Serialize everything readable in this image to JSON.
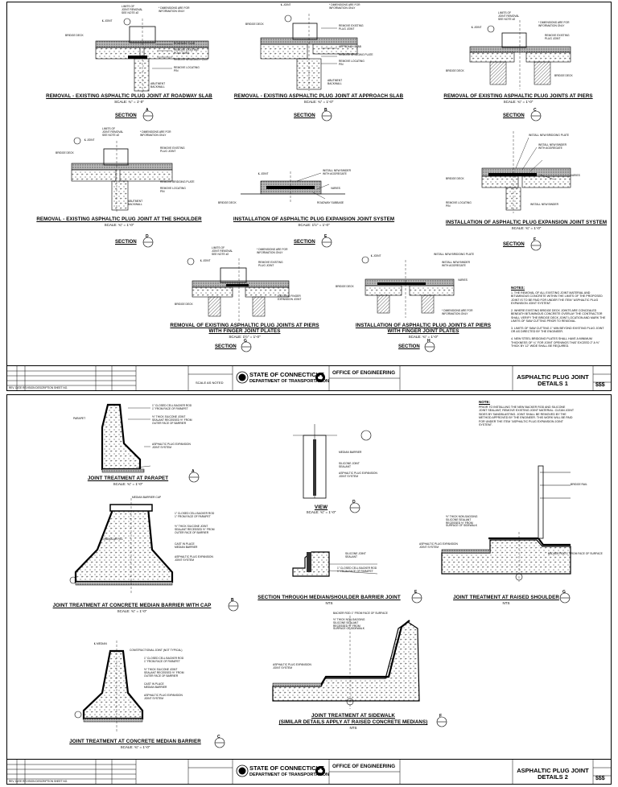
{
  "sheet1": {
    "sections": [
      {
        "id": "A",
        "title": "REMOVAL - EXISTING ASPHALTIC PLUG JOINT AT ROADWAY SLAB",
        "scale": "SCALE: ¾\" = 1'-0\"",
        "section_label": "SECTION",
        "letter": "A"
      },
      {
        "id": "B",
        "title": "REMOVAL - EXISTING ASPHALTIC PLUG JOINT AT APPROACH SLAB",
        "scale": "SCALE: ¾\" = 1'-0\"",
        "section_label": "SECTION",
        "letter": "B"
      },
      {
        "id": "C",
        "title": "REMOVAL OF EXISTING ASPHALTIC PLUG JOINTS AT PIERS",
        "scale": "SCALE: ¾\" = 1'-0\"",
        "section_label": "SECTION",
        "letter": "C"
      },
      {
        "id": "D",
        "title": "REMOVAL - EXISTING ASPHALTIC PLUG JOINT AT THE SHOULDER",
        "scale": "SCALE: ¾\" = 1'-0\"",
        "section_label": "SECTION",
        "letter": "D"
      },
      {
        "id": "E",
        "title": "INSTALLATION OF ASPHALTIC PLUG EXPANSION JOINT SYSTEM",
        "scale": "SCALE: 1½\" = 1'-0\"",
        "section_label": "SECTION",
        "letter": "E"
      },
      {
        "id": "F",
        "title": "INSTALLATION OF ASPHALTIC PLUG EXPANSION JOINT SYSTEM",
        "scale": "SCALE: ¾\" = 1'-0\"",
        "section_label": "SECTION",
        "letter": "F"
      },
      {
        "id": "G",
        "title": "REMOVAL OF EXISTING ASPHALTIC PLUG JOINTS AT PIERS\nWITH FINGER JOINT PLATES",
        "scale": "SCALE: 1½\" = 1'-0\"",
        "section_label": "SECTION",
        "letter": "G"
      },
      {
        "id": "H",
        "title": "INSTALLATION OF ASPHALTIC PLUG JOINTS AT PIERS\nWITH FINGER JOINT PLATES",
        "scale": "SCALE: ¾\" = 1'-0\"",
        "section_label": "SECTION",
        "letter": "H"
      }
    ],
    "labels": {
      "cl_joint": "℄ JOINT",
      "limits": "LIMITS OF\nJOINT REMOVAL\nSEE NOTE #2",
      "dims": "* DIMENSIONS ARE FOR\nINFORMATION ONLY",
      "bridge_deck": "BRIDGE DECK",
      "roadway_slab": "ROADWAY SLAB",
      "remove_plug": "REMOVE EXISTING\nPLUG JOINT",
      "remove_bridging": "REMOVE BRIDGING PLATE",
      "remove_pin": "REMOVE LOCATING\nPIN",
      "abutment": "ABUTMENT\nBACKWALL",
      "approach": "APPROACH SLAB",
      "install_binder": "INSTALL NEW BINDER\nWITH AGGREGATE",
      "varies": "VARIES",
      "roadway_subbase": "ROADWAY SUBBASE",
      "install_plate": "INSTALL NEW BRIDGING PLATE",
      "install_binder2": "INSTALL NEW BINDER\nWITH AGGREGATE",
      "finger": "EXISTING FINGER\nEXPANSION JOINT",
      "binder": "INSTALL NEW BINDER"
    },
    "notes_header": "NOTES:",
    "notes": "1. THE REMOVAL OF ALL EXISTING JOINT MATERIAL AND BITUMINOUS CONCRETE WITHIN THE LIMITS OF THE PROPOSED JOINT IS TO BE PAID FOR UNDER THE ITEM \"ASPHALTIC PLUG EXPANSION JOINT SYSTEM\".\n\n2. WHERE EXISTING BRIDGE DECK JOINTS ARE CONCEALED BENEATH BITUMINOUS CONCRETE OVERLAY THE CONTRACTOR SHALL VERIFY THE BRIDGE DECK JOINT LOCATION AND MARK THE LIMITS OF SAW CUTTING PRIOR TO REMOVAL.\n\n3. LIMITS OF SAW CUTTING 1\" MIN BEYOND EXISTING PLUG JOINT OR AS DIRECTED BY THE ENGINEER.\n\n4. NEW STEEL BRIDGING PLATES SHALL HAVE A MINIMUM THICKNESS OF ¼\" FOR JOINT OPENINGS THAT EXCEED 2\" A ⅜\" THICK BY 12\" WIDE SHALL BE REQUIRED.",
    "title_block": {
      "agency_line1": "STATE OF CONNECTICUT",
      "agency_line2": "DEPARTMENT OF TRANSPORTATION",
      "office": "OFFICE OF ENGINEERING",
      "scale": "SCALE AS NOTED",
      "drawing_title_line1": "ASPHALTIC PLUG JOINT",
      "drawing_title_line2": "DETAILS 1",
      "sheet_no": "$$$",
      "rev_hdr": "REV. DATE     REVISION DESCRIPTION       SHEET NO."
    }
  },
  "sheet2": {
    "details": [
      {
        "id": "A",
        "title": "JOINT TREATMENT AT PARAPET",
        "scale": "SCALE: ¾\" = 1'-0\"",
        "letter": "A"
      },
      {
        "id": "B",
        "title": "JOINT TREATMENT AT CONCRETE MEDIAN BARRIER WITH CAP",
        "scale": "SCALE: ¾\" = 1'-0\"",
        "letter": "B"
      },
      {
        "id": "C",
        "title": "JOINT TREATMENT AT CONCRETE MEDIAN BARRIER",
        "scale": "SCALE: ¾\" = 1'-0\"",
        "letter": "C"
      },
      {
        "id": "D",
        "title": "VIEW",
        "scale": "SCALE: ¾\" = 1'-0\"",
        "letter": "D"
      },
      {
        "id": "E",
        "title": "SECTION THROUGH MEDIAN/SHOULDER BARRIER JOINT",
        "scale": "NTS",
        "letter": "E"
      },
      {
        "id": "F",
        "title": "JOINT TREATMENT AT SIDEWALK",
        "subtitle": "(SIMILAR DETAILS APPLY AT RAISED CONCRETE MEDIANS)",
        "scale": "NTS",
        "letter": "F"
      },
      {
        "id": "G",
        "title": "JOINT TREATMENT AT RAISED SHOULDER",
        "scale": "NTS",
        "letter": "G"
      }
    ],
    "labels": {
      "parapet": "PARAPET",
      "backer": "1\" CLOSED CELL BACKER ROD\n1\" FROM FACE OF PARAPET",
      "silicone": "½\" THICK SILICONE JOINT\nSEALANT RECESSED ½\" FROM\nOUTER FACE OF BARRIER",
      "apj": "ASPHALTIC PLUG EXPANSION\nJOINT SYSTEM",
      "median_cap": "MEDIAN BARRIER CAP",
      "granular": "GRANULAR FILL",
      "cast": "CAST IN PLACE\nMEDIAN BARRIER",
      "median_barrier": "MEDIAN BARRIER",
      "silicone_sealant": "SILICONE JOINT\nSEALANT",
      "bridge_rail": "BRIDGE RAIL",
      "backer_rod": "BACKER ROD 1\" FROM FACE OF SURFACE",
      "cl_median": "℄ MEDIAN",
      "const_joint": "CONSTRUCTIONAL JOINT (NOT TYPICAL)",
      "non_sag": "½\" THICK NON-SAGGING\nSILICONE SEALANT\nRECESSED ½\" FROM\nSURFACE OF SIDEWALK"
    },
    "notes_header": "NOTE:",
    "notes": "PRIOR TO INSTALLING THE NEW BACKER ROD AND SILICONE JOINT SEALANT, REMOVE EXISTING JOINT MATERIAL. CLEAN JOINT SIDES BY SANDBLASTING. JOINT SHALL BE REMOVED BY THE METHOD APPROVED BY THE ENGINEER. THIS WORK WILL BE PAID FOR UNDER THE ITEM \"ASPHALTIC PLUG EXPANSION JOINT SYSTEM\".",
    "title_block": {
      "agency_line1": "STATE OF CONNECTICUT",
      "agency_line2": "DEPARTMENT OF TRANSPORTATION",
      "office": "OFFICE OF ENGINEERING",
      "drawing_title_line1": "ASPHALTIC PLUG JOINT",
      "drawing_title_line2": "DETAILS 2",
      "sheet_no": "$$$",
      "rev_hdr": "REV. DATE     REVISION DESCRIPTION       SHEET NO."
    }
  }
}
